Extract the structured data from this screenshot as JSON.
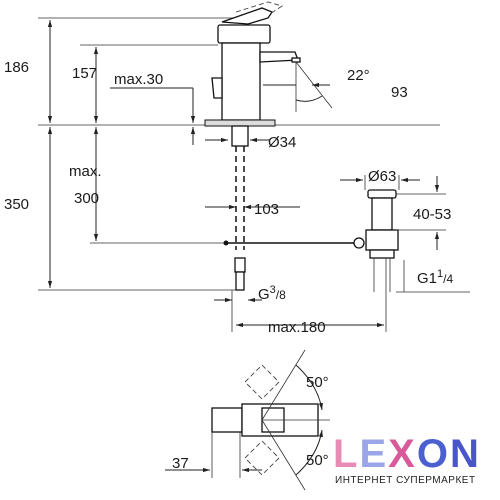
{
  "dimensions": {
    "height_total": "186",
    "height_spout": "157",
    "max_30": "max.30",
    "angle_22": "22°",
    "spout_reach": "93",
    "hole_dia": "Ø34",
    "max_label": "max.",
    "max_300": "300",
    "depth_350": "350",
    "offset_103": "103",
    "drain_dia": "Ø63",
    "drain_range": "40-53",
    "thread_g38_base": "G",
    "thread_g38_sup": "3",
    "thread_g38_sub": "/8",
    "thread_g1_base": "G1",
    "thread_g1_sup": "1",
    "thread_g1_sub": "/4",
    "max_180": "max.180",
    "angle_50_top": "50°",
    "angle_50_bottom": "50°",
    "dim_37": "37"
  },
  "brand": {
    "letters": [
      "L",
      "E",
      "X",
      "O",
      "N"
    ],
    "letter_colors": [
      "#e88bb5",
      "#9aa6e8",
      "#d95a9a",
      "#4c5fd0",
      "#4a55c8"
    ],
    "tagline": "ИНТЕРНЕТ СУПЕРМАРКЕТ"
  }
}
